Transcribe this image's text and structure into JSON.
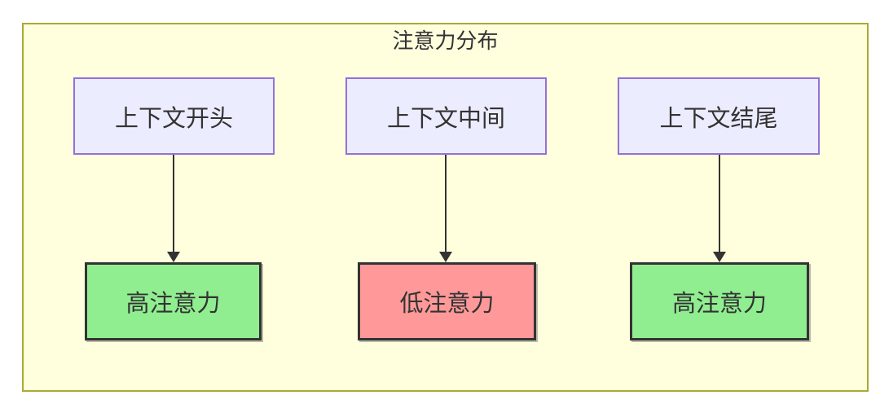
{
  "diagram": {
    "title": "注意力分布",
    "nodes": {
      "top": [
        {
          "id": "context-start",
          "label": "上下文开头"
        },
        {
          "id": "context-middle",
          "label": "上下文中间"
        },
        {
          "id": "context-end",
          "label": "上下文结尾"
        }
      ],
      "bottom": [
        {
          "id": "attention-high-1",
          "label": "高注意力",
          "level": "high"
        },
        {
          "id": "attention-low",
          "label": "低注意力",
          "level": "low"
        },
        {
          "id": "attention-high-2",
          "label": "高注意力",
          "level": "high"
        }
      ]
    },
    "edges": [
      {
        "from": "上下文开头",
        "to": "高注意力"
      },
      {
        "from": "上下文中间",
        "to": "低注意力"
      },
      {
        "from": "上下文结尾",
        "to": "高注意力"
      }
    ],
    "colors": {
      "cluster_fill": "#ffffde",
      "cluster_border": "#aaaa33",
      "context_fill": "#ececff",
      "context_border": "#9370db",
      "high_attention_fill": "#90ee90",
      "low_attention_fill": "#ff9999",
      "result_border": "#333333",
      "arrow": "#333333",
      "text": "#333333"
    }
  }
}
